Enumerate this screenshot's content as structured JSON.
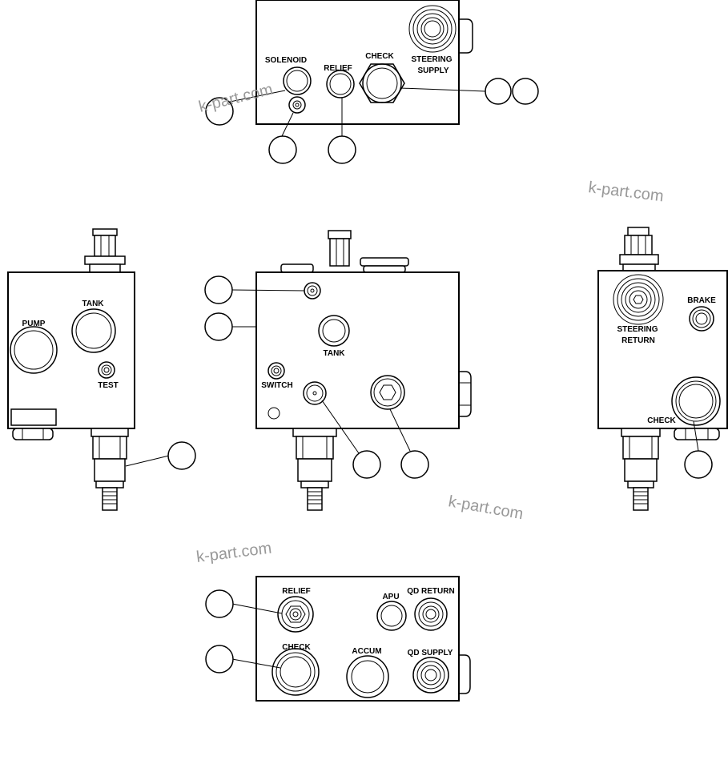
{
  "labels": {
    "solenoid": "SOLENOID",
    "relief_top": "RELIEF",
    "check_top": "CHECK",
    "steering_supply_1": "STEERING",
    "steering_supply_2": "SUPPLY",
    "pump": "PUMP",
    "tank_left": "TANK",
    "test": "TEST",
    "tank_center": "TANK",
    "switch": "SWITCH",
    "steering_return_1": "STEERING",
    "steering_return_2": "RETURN",
    "brake": "BRAKE",
    "check_right": "CHECK",
    "relief_bottom": "RELIEF",
    "check_bottom": "CHECK",
    "apu": "APU",
    "qd_return": "QD RETURN",
    "accum": "ACCUM",
    "qd_supply": "QD SUPPLY"
  },
  "watermark": "k-part.com"
}
